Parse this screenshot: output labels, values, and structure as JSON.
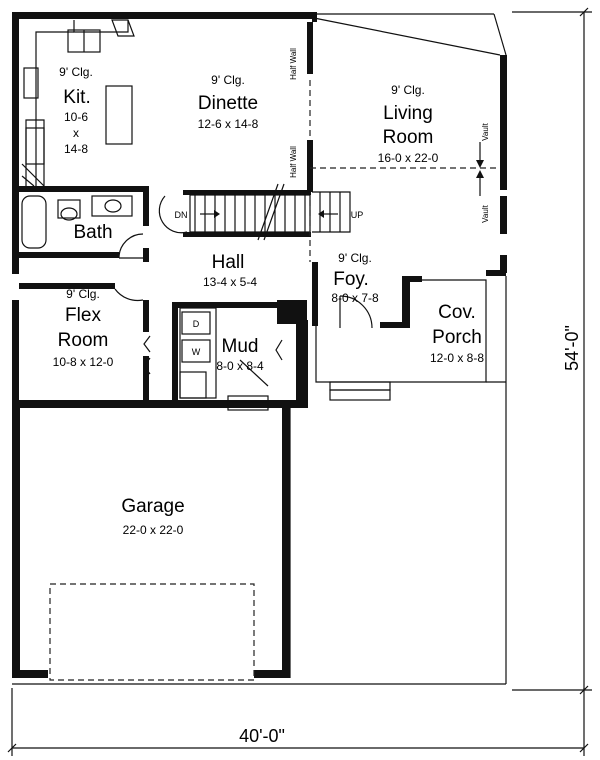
{
  "rooms": {
    "kitchen": {
      "clg": "9' Clg.",
      "name": "Kit.",
      "dim_w": "10-6",
      "dim_x": "x",
      "dim_h": "14-8"
    },
    "dinette": {
      "clg": "9' Clg.",
      "name": "Dinette",
      "dims": "12-6 x 14-8"
    },
    "living": {
      "clg": "9' Clg.",
      "name_line1": "Living",
      "name_line2": "Room",
      "dims": "16-0 x 22-0"
    },
    "bath": {
      "name": "Bath"
    },
    "hall": {
      "name": "Hall",
      "dims": "13-4 x 5-4"
    },
    "foyer": {
      "clg": "9' Clg.",
      "name": "Foy.",
      "dims": "8-0 x 7-8"
    },
    "flex": {
      "clg": "9' Clg.",
      "name_line1": "Flex",
      "name_line2": "Room",
      "dims": "10-8 x 12-0"
    },
    "mud": {
      "name": "Mud",
      "dims": "8-0 x 8-4"
    },
    "porch": {
      "name_line1": "Cov.",
      "name_line2": "Porch",
      "dims": "12-0 x 8-8"
    },
    "garage": {
      "name": "Garage",
      "dims": "22-0 x 22-0"
    }
  },
  "labels": {
    "half_wall_upper": "Half Wall",
    "half_wall_lower": "Half Wall",
    "vault_upper": "Vault",
    "vault_lower": "Vault",
    "stair_down": "DN",
    "stair_up": "UP",
    "dryer": "D",
    "washer": "W"
  },
  "dimensions": {
    "overall_width": "40'-0\"",
    "overall_depth": "54'-0\""
  }
}
